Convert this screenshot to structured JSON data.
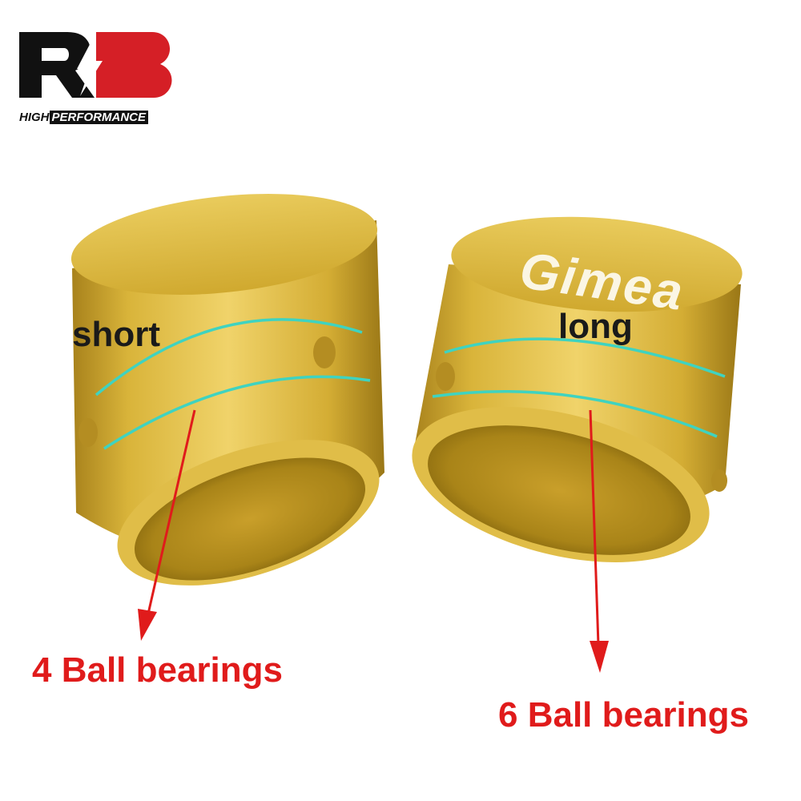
{
  "logo": {
    "prefix": "HIGH",
    "suffix": "PERFORMANCE",
    "mark": "RB"
  },
  "engraving": "Gimea",
  "labels": {
    "left_part": "short",
    "right_part": "long"
  },
  "captions": {
    "left": "4 Ball bearings",
    "right": "6 Ball bearings"
  },
  "colors": {
    "gold": "#d9b43a",
    "gold_dark": "#a8841c",
    "inner": "#b99022",
    "stripe": "#3fd3c0",
    "arrow": "#e01b1b",
    "logo_red": "#d51f26",
    "logo_black": "#111111"
  }
}
